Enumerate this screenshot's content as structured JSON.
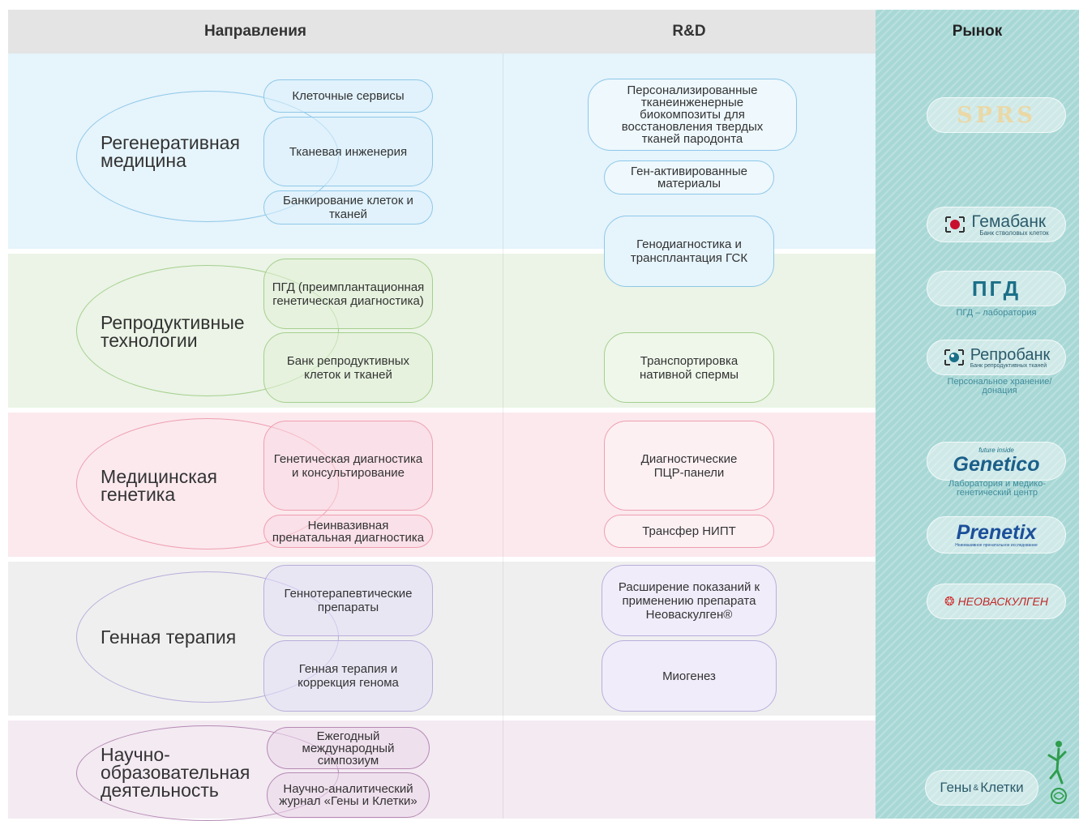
{
  "headers": {
    "directions": "Направления",
    "rnd": "R&D",
    "market": "Рынок"
  },
  "colors": {
    "regen": "#e6f4fc",
    "repro": "#ebf4e6",
    "genetics": "#fbe9ee",
    "gene_therapy": "#efefef",
    "science": "#f3eaf2",
    "market_bg": "#a8d8d6",
    "logo_teal": "#1b6f88"
  },
  "sections": [
    {
      "title": "Регенеративная медицина",
      "items": [
        "Клеточные сервисы",
        "Тканевая инженерия",
        "Банкирование клеток и тканей"
      ],
      "rnd": [
        "Персонализированные тканеинженерные биокомпозиты для восстановления твердых тканей пародонта",
        "Ген-активированные материалы",
        "Генодиагностика и трансплантация ГСК"
      ]
    },
    {
      "title": "Репродуктивные технологии",
      "items": [
        "ПГД (преимплантационная генетическая диагностика)",
        "Банк репродуктивных клеток и тканей"
      ],
      "rnd": [
        "Транспортировка нативной спермы"
      ]
    },
    {
      "title": "Медицинская генетика",
      "items": [
        "Генетическая диагностика и консультирование",
        "Неинвазивная пренатальная диагностика"
      ],
      "rnd": [
        "Диагностические ПЦР-панели",
        "Трансфер НИПТ"
      ]
    },
    {
      "title": "Генная терапия",
      "items": [
        "Геннотерапевтические препараты",
        "Генная терапия и коррекция генома"
      ],
      "rnd": [
        "Расширение показаний к применению препарата Неоваскулген®",
        "Миогенез"
      ]
    },
    {
      "title": "Научно-образовательная деятельность",
      "items": [
        "Ежегодный международный симпозиум",
        "Научно-аналитический журнал «Гены и Клетки»"
      ],
      "rnd": []
    }
  ],
  "market": {
    "spbs": {
      "name": "SPRS"
    },
    "gemabank": {
      "name": "Гемабанк",
      "sub": "Банк стволовых клеток"
    },
    "pgd": {
      "name": "ПГД",
      "caption": "ПГД – лаборатория"
    },
    "reprobank": {
      "name": "Репробанк",
      "sub": "Банк репродуктивных тканей",
      "caption": "Персональное хранение/ донация"
    },
    "genetico": {
      "name": "Genetico",
      "tag": "future inside",
      "caption": "Лаборатория и медико-генетический центр"
    },
    "prenetix": {
      "name": "Prenetix",
      "sub": "Неинвазивное пренатальное исследование"
    },
    "neovasculgen": {
      "name": "НЕОВАСКУЛГЕН"
    },
    "genes_cells": {
      "name_part1": "Гены",
      "amp": "&",
      "name_part2": "Клетки"
    }
  }
}
